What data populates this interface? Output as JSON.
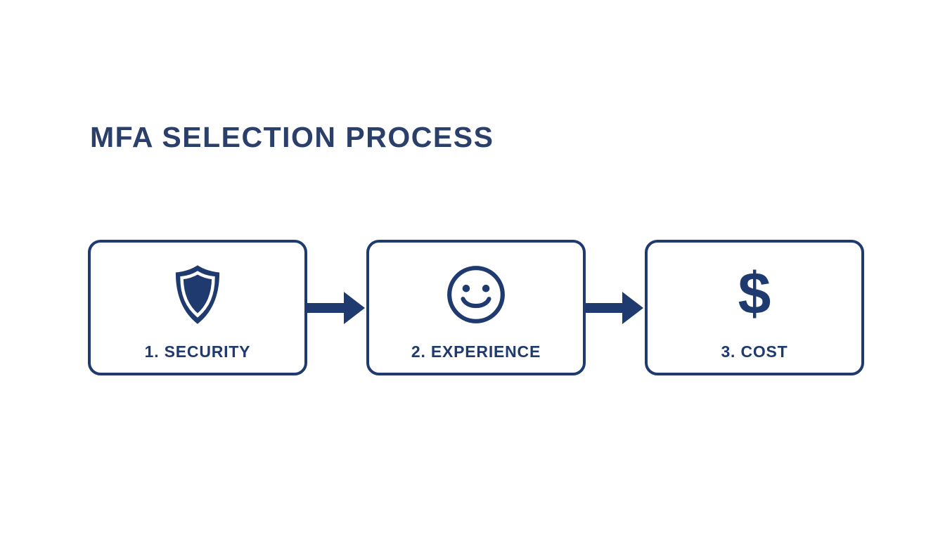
{
  "title": "MFA SELECTION PROCESS",
  "colors": {
    "navy": "#1e3a6e",
    "title": "#2a3f6a",
    "background": "#ffffff"
  },
  "steps": [
    {
      "label": "1. SECURITY",
      "icon": "shield-icon"
    },
    {
      "label": "2. EXPERIENCE",
      "icon": "smiley-face-icon"
    },
    {
      "label": "3. COST",
      "icon": "dollar-sign-icon",
      "glyph": "$"
    }
  ],
  "connectors": [
    {
      "type": "arrow-right"
    },
    {
      "type": "arrow-right"
    }
  ]
}
